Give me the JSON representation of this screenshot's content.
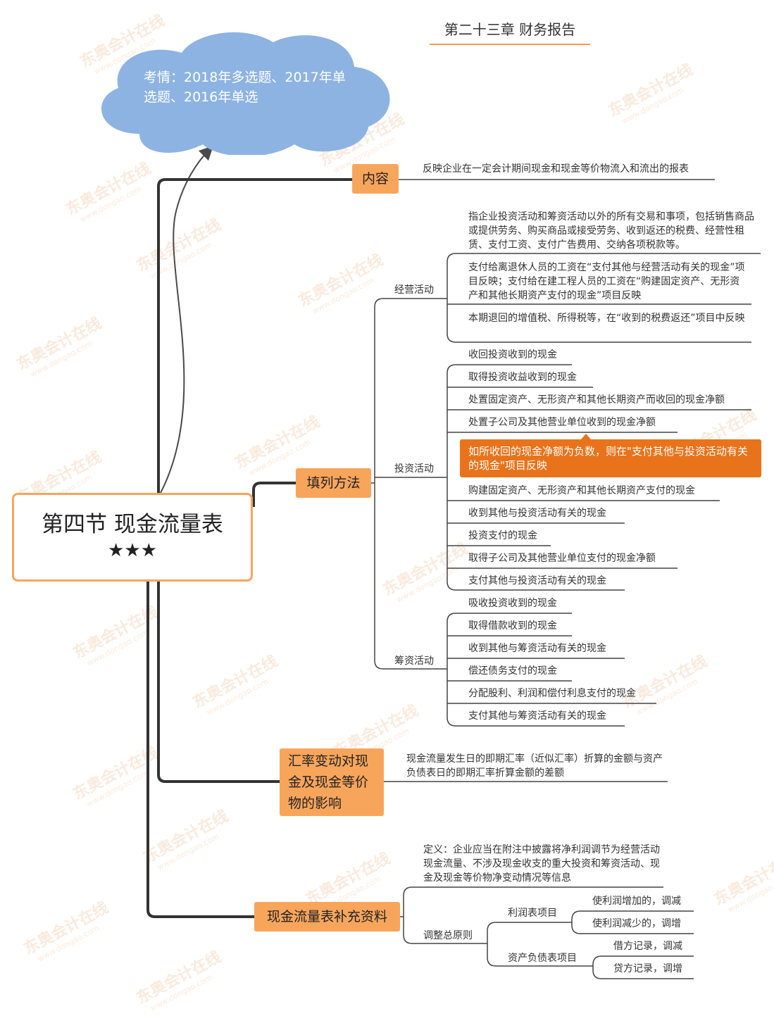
{
  "chapter_title": "第二十三章 财务报告",
  "cloud_text": "考情：2018年多选题、2017年单选题、2016年单选",
  "root": {
    "title": "第四节 现金流量表",
    "stars": "★★★"
  },
  "watermark": {
    "brand": "东奥会计在线",
    "url": "www.dongao.com"
  },
  "branches": {
    "neirong": {
      "label": "内容",
      "text": "反映企业在一定会计期间现金和现金等价物流入和流出的报表"
    },
    "tianlie": {
      "label": "填列方法",
      "jingying": {
        "label": "经营活动",
        "items": [
          "指企业投资活动和筹资活动以外的所有交易和事项，包括销售商品或提供劳务、购买商品或接受劳务、收到返还的税费、经营性租赁、支付工资、支付广告费用、交纳各项税款等。",
          "支付给离退休人员的工资在“支付其他与经营活动有关的现金”项目反映；支付给在建工程人员的工资在“购建固定资产、无形资产和其他长期资产支付的现金”项目反映",
          "本期退回的增值税、所得税等，在“收到的税费返还”项目中反映"
        ]
      },
      "touzi": {
        "label": "投资活动",
        "items": [
          "收回投资收到的现金",
          "取得投资收益收到的现金",
          "处置固定资产、无形资产和其他长期资产而收回的现金净额",
          "处置子公司及其他营业单位收到的现金净额",
          "购建固定资产、无形资产和其他长期资产支付的现金",
          "收到其他与投资活动有关的现金",
          "投资支付的现金",
          "取得子公司及其他营业单位支付的现金净额",
          "支付其他与投资活动有关的现金"
        ],
        "callout": "如所收回的现金净额为负数，则在\"支付其他与投资活动有关的现金\"项目反映"
      },
      "chouzi": {
        "label": "筹资活动",
        "items": [
          "吸收投资收到的现金",
          "取得借款收到的现金",
          "收到其他与筹资活动有关的现金",
          "偿还债务支付的现金",
          "分配股利、利润和偿付利息支付的现金",
          "支付其他与筹资活动有关的现金"
        ]
      }
    },
    "huilv": {
      "label": "汇率变动对现金及现金等价物的影响",
      "text": "现金流量发生日的即期汇率（近似汇率）折算的金额与资产负债表日的即期汇率折算金额的差额"
    },
    "buchong": {
      "label": "现金流量表补充资料",
      "definition": "定义：企业应当在附注中披露将净利润调节为经营活动现金流量、不涉及现金收支的重大投资和筹资活动、现金及现金等价物净变动情况等信息",
      "principle": "调整总原则",
      "lirun": {
        "label": "利润表项目",
        "items": [
          "使利润增加的，调减",
          "使利润减少的，调增"
        ]
      },
      "zichan": {
        "label": "资产负债表项目",
        "items": [
          "借方记录，调减",
          "贷方记录，调增"
        ]
      }
    }
  },
  "colors": {
    "accent": "#f8a55c",
    "callout": "#e8731a",
    "cloud": "#8db3e2",
    "title_line": "#f0a050",
    "line": "#3a3a3a"
  }
}
